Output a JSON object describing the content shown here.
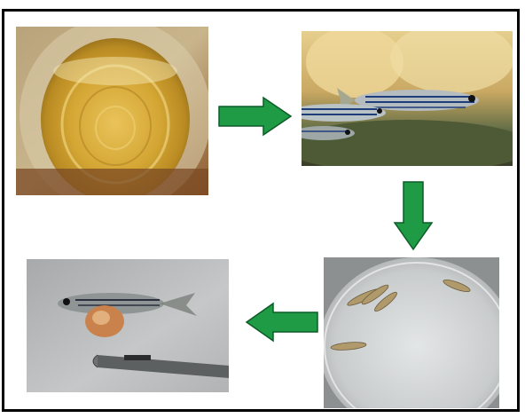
{
  "figure": {
    "steps": [
      {
        "id": "step-1",
        "description_icon": "yellow-liquid-beaker-photo"
      },
      {
        "id": "step-2",
        "description_icon": "zebrafish-aquarium-photo"
      },
      {
        "id": "step-3",
        "description_icon": "fish-in-petri-dish-photo"
      },
      {
        "id": "step-4",
        "description_icon": "fish-dissection-forceps-photo"
      }
    ],
    "arrows": [
      {
        "from": "step-1",
        "to": "step-2",
        "direction": "right",
        "icon": "arrow-right-icon"
      },
      {
        "from": "step-2",
        "to": "step-3",
        "direction": "down",
        "icon": "arrow-down-icon"
      },
      {
        "from": "step-3",
        "to": "step-4",
        "direction": "left",
        "icon": "arrow-left-icon"
      }
    ],
    "colors": {
      "arrow_fill": "#1f9a45",
      "arrow_stroke": "#0d5c28",
      "border": "#000000"
    }
  }
}
